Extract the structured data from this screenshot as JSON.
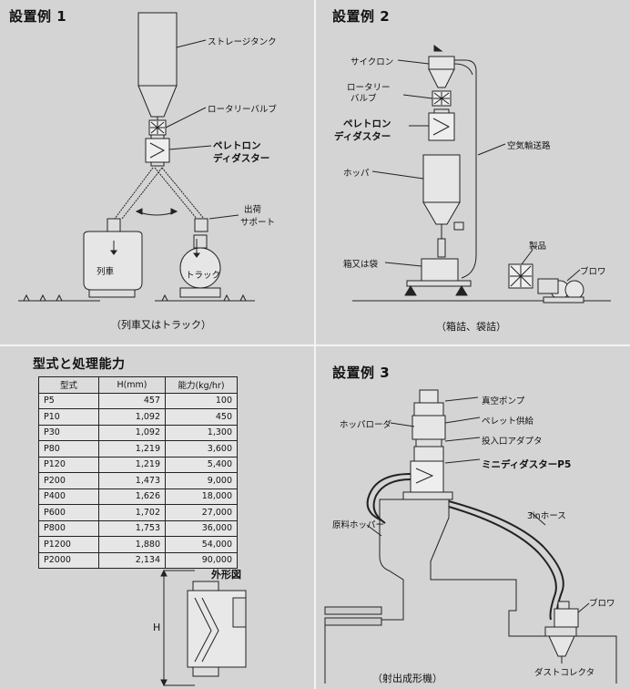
{
  "panel1": {
    "title": "設置例 1",
    "labels": {
      "storage_tank": "ストレージタンク",
      "rotary_valve": "ロータリーバルブ",
      "pelletron_line1": "ペレトロン",
      "pelletron_line2": "ディダスター",
      "shipping_line1": "出荷",
      "shipping_line2": "サポート",
      "railcar": "列車",
      "truck": "トラック"
    },
    "caption": "（列車又はトラック）"
  },
  "panel2": {
    "title": "設置例 2",
    "labels": {
      "cyclone": "サイクロン",
      "rotary_line1": "ロータリー",
      "rotary_line2": "バルブ",
      "pelletron_line1": "ペレトロン",
      "pelletron_line2": "ディダスター",
      "hopper": "ホッパ",
      "conveying_line": "空気輸送路",
      "product": "製品",
      "blower": "ブロワ",
      "box_bag": "箱又は袋"
    },
    "caption": "（箱詰、袋詰）"
  },
  "panel3": {
    "title": "型式と処理能力",
    "table": {
      "headers": [
        "型式",
        "H(mm)",
        "能力(kg/hr)"
      ],
      "rows": [
        [
          "P5",
          "457",
          "100"
        ],
        [
          "P10",
          "1,092",
          "450"
        ],
        [
          "P30",
          "1,092",
          "1,300"
        ],
        [
          "P80",
          "1,219",
          "3,600"
        ],
        [
          "P120",
          "1,219",
          "5,400"
        ],
        [
          "P200",
          "1,473",
          "9,000"
        ],
        [
          "P400",
          "1,626",
          "18,000"
        ],
        [
          "P600",
          "1,702",
          "27,000"
        ],
        [
          "P800",
          "1,753",
          "36,000"
        ],
        [
          "P1200",
          "1,880",
          "54,000"
        ],
        [
          "P2000",
          "2,134",
          "90,000"
        ]
      ]
    },
    "outline_label": "外形図",
    "dim_label": "H"
  },
  "panel4": {
    "title": "設置例 3",
    "labels": {
      "vacuum_pump": "真空ポンプ",
      "hopper_loader": "ホッパローダ",
      "pellet_supply": "ペレット供給",
      "inlet_adapter": "投入口アダプタ",
      "mini_dedust": "ミニディダスターP5",
      "hose": "3inホース",
      "material_hopper": "原料ホッパー",
      "blower": "ブロワ",
      "dust_collector": "ダストコレクタ"
    },
    "caption": "（射出成形機）"
  },
  "colors": {
    "background": "#d4d4d4",
    "divider": "#f3f3f3",
    "line": "#222222"
  }
}
